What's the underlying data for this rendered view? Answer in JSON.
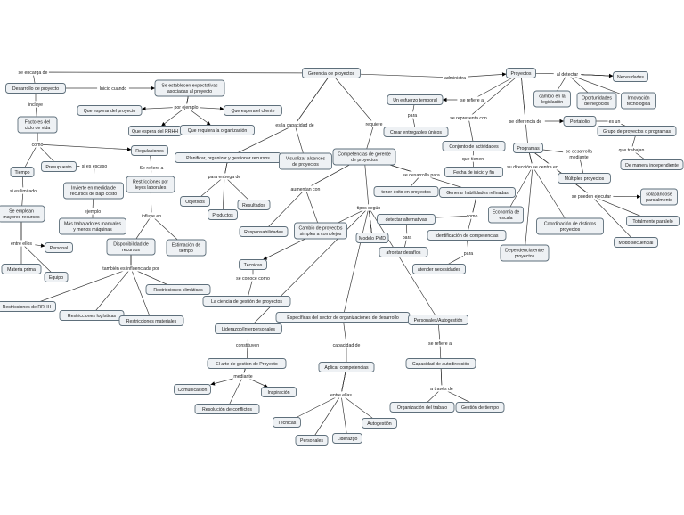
{
  "nodes": {
    "gerencia": "Gerencia de proyectos",
    "proyectos": "Proyectos",
    "necesidades": "Necesidades",
    "desarrollo": "Desarrollo de proyecto",
    "expectativas": [
      "Se establecen expectativas",
      "asociadas al proyecto"
    ],
    "espera_proyecto": "Que esperar del proyecto",
    "espera_cliente": "Que espera el cliente",
    "espera_rrhh": "Que espera del RRHH",
    "requiere_org": "Que requiera la organización",
    "factores": [
      "Factores del",
      "ciclo de vida"
    ],
    "tiempo": "Tiempo",
    "presupuesto": "Presupuesto",
    "regulaciones": "Regulaciones",
    "invierte": [
      "Invierte en medida de",
      "recursos de bajo costo"
    ],
    "mas_trabajadores": [
      "Más trabajadores manuales",
      "y menos máquinas"
    ],
    "se_emplean": [
      "Se emplean",
      "mayores recursos"
    ],
    "personal": "Personal",
    "materia_prima": "Materia prima",
    "equipo": "Equipo",
    "restricciones_leyes": [
      "Restricciones por",
      "leyes laborales"
    ],
    "disponibilidad": [
      "Disponibilidad de",
      "recursos"
    ],
    "estimacion": [
      "Estimación de",
      "tiempo"
    ],
    "restr_rrhh": "Restricciones de RRHH",
    "restr_logisticas": "Restricciones logísticas",
    "restr_materiales": "Restricciones materiales",
    "restr_climaticas": "Restricciones climáticas",
    "planificar": "Planificar, organizar y gestionar recursos",
    "objetivos": "Objetivos",
    "productos": "Productos",
    "resultados": "Resultados",
    "visualizar": [
      "Visualizar alcances",
      "de proyectos"
    ],
    "competencias": [
      "Competencias de gerente",
      "de proyectos"
    ],
    "responsabilidades": "Responsabilidades",
    "cambio_proyectos": [
      "Cambio de proyectos",
      "simples a complejos"
    ],
    "modelo_pmd": "Modelo PMD",
    "tener_exito": "tener éxito en proyectos",
    "generar_habilidades": "Generar habilidades refinadas",
    "detectar": "detectar alternativas",
    "afrontar": "afrontar desafíos",
    "identificacion": "Identificación de competencias",
    "atender": "atender necesidades",
    "tecnicas": "Técnicas",
    "ciencia": "La ciencia de gestión de proyectos",
    "liderazgo": "Liderazgo/Interpersonales",
    "especificas": "Específicas del sector de organizaciones de desarrollo",
    "personales_auto": "Personales/Autogestión",
    "arte": "El arte de gestión de Proyecto",
    "comunicacion": "Comunicación",
    "inspiracion": "Inspiración",
    "resolucion": "Resolución de conflictos",
    "aplicar": "Aplicar competencias",
    "tecnicas2": "Técnicas",
    "autogestion": "Autogestión",
    "personales": "Personales",
    "liderazgo2": "Liderazgo",
    "capacidad_auto": "Capacidad de autodirección",
    "organizacion_trabajo": "Organización del trabajo",
    "gestion_tiempo": "Gestión de tiempo",
    "esfuerzo": "Un esfuerzo temporal",
    "crear_entregables": "Crear entregables únicos",
    "conjunto": "Conjunto de actividades",
    "fecha": "Fecha de inicio y fin",
    "cambio_legislacion": [
      "cambio en la",
      "legislación"
    ],
    "oportunidades": [
      "Oportunidades",
      "de negocios"
    ],
    "innovacion": [
      "Innovación",
      "tecnológica"
    ],
    "portafolio": "Portafolio",
    "grupo": "Grupo de proyectos o programas",
    "independiente": "De manera independiente",
    "programas": "Programas",
    "multiples": "Múltiples proyectos",
    "economia": [
      "Economía de",
      "escala"
    ],
    "coordinacion": [
      "Coordinación de distintos",
      "proyectos"
    ],
    "dependencia": [
      "Dependencia entre",
      "proyectos"
    ],
    "solapandose": [
      "solapándose",
      "parcialmente"
    ],
    "totalmente": "Totalmente paralelo",
    "modo_secuencial": "Modo secuencial"
  },
  "labels": {
    "se_encarga": "se encarga de",
    "administra": "administra",
    "incluye": "incluye",
    "inicio_cuando": "Inicio cuando",
    "por_ejemplo": "por ejemplo",
    "como": "como",
    "si_es_escaso": "si es escaso",
    "si_es_limitado": "si es limitado",
    "ejemplo": "ejemplo",
    "entre_ellos": "entre ellos",
    "se_refiere_a": "Se refiere a",
    "influye_en": "influye en",
    "tambien": "también es influenciada por",
    "capacidad_de": "es la capacidad de",
    "para_entrega": "para entrega de",
    "requiere": "requiere",
    "aumentan_con": "aumentan con",
    "tipos_segun": "tipos según",
    "se_desarrolla": "se desarrolla para",
    "para": "para",
    "como2": "como",
    "para2": "para",
    "se_conoce": "se conoce como",
    "constituyen": "constituyen",
    "mediante": "mediante",
    "capacidad_de2": "capacidad de",
    "entre_ellas": "entre ellas",
    "se_refiere_a2": "se refiere a",
    "a_traves": "a través de",
    "se_refiere_a3": "se refiere a",
    "para3": "para",
    "se_representa": "se representa con",
    "que_tienen": "que tienen",
    "al_detectar": "al detectar",
    "se_diferencia": "se diferencia de",
    "es_un": "es un",
    "que_trabajan": "que trabajan",
    "se_desarrolla_mediante": [
      "se desarrolla",
      "mediante"
    ],
    "su_direccion": "su dirección se centra en",
    "se_pueden_ejecutar": "se pueden ejecutar"
  }
}
